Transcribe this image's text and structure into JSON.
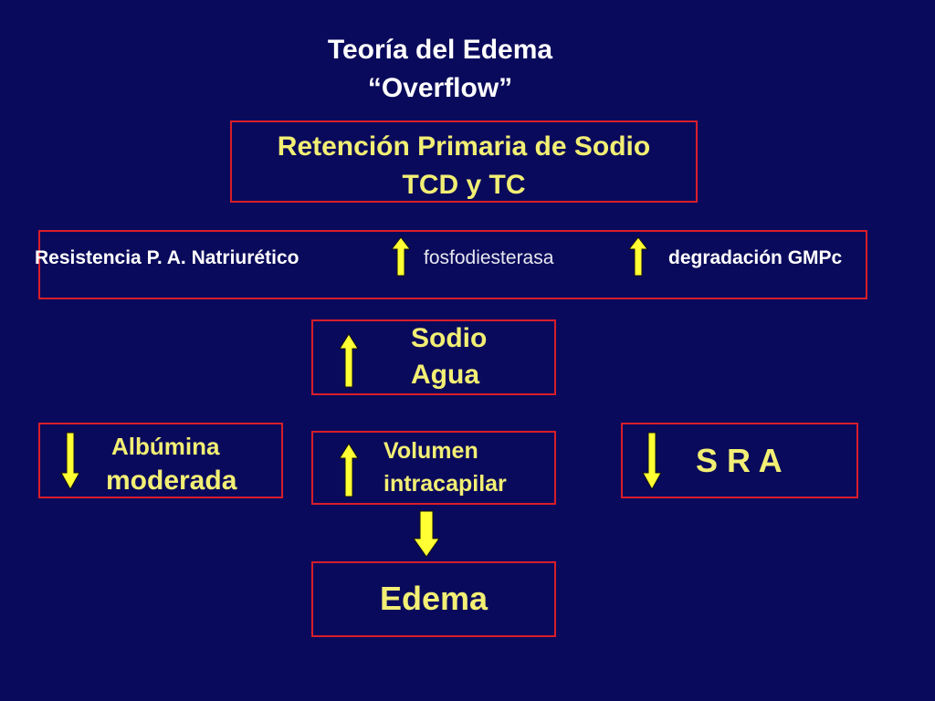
{
  "title": {
    "line1": "Teoría del Edema",
    "line2": "“Overflow”"
  },
  "retention_box": {
    "line1": "Retención Primaria de Sodio",
    "line2": "TCD y TC"
  },
  "mechanism_box": {
    "item1": "Resistencia P. A. Natriurético",
    "item2": "fosfodiesterasa",
    "item3": "degradación GMPc"
  },
  "sodium_box": {
    "line1": "Sodio",
    "line2": "Agua"
  },
  "albumin_box": {
    "line1": "Albúmina",
    "line2": "moderada"
  },
  "volume_box": {
    "line1": "Volumen",
    "line2": "intracapilar"
  },
  "sra_box": {
    "label": "S R A"
  },
  "edema_box": {
    "label": "Edema"
  },
  "colors": {
    "background": "#0a0a5c",
    "box_border": "#d81e2a",
    "text_yellow": "#f2ef74",
    "arrow_fill": "#ffff33",
    "text_white": "#ffffff"
  },
  "icons": {
    "up": "up-arrow-icon",
    "down": "down-arrow-icon"
  }
}
